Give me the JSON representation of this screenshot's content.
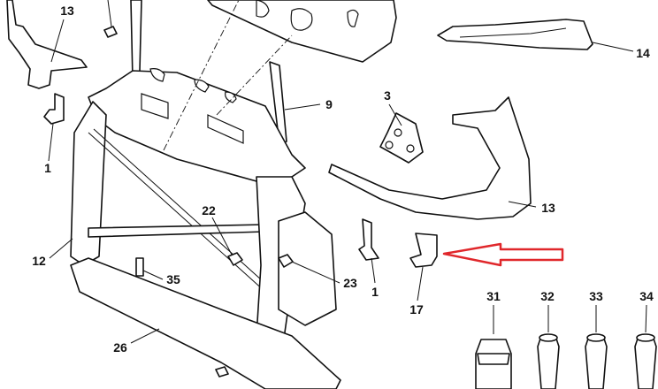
{
  "diagram": {
    "labels": {
      "p13a": "13",
      "p1a": "1",
      "p9": "9",
      "p3": "3",
      "p14": "14",
      "p13b": "13",
      "p22": "22",
      "p12": "12",
      "p1b": "1",
      "p17": "17",
      "p35": "35",
      "p23": "23",
      "p26": "26",
      "p31": "31",
      "p32": "32",
      "p33": "33",
      "p34": "34"
    },
    "highlight_arrow_color": "#e0272b"
  }
}
